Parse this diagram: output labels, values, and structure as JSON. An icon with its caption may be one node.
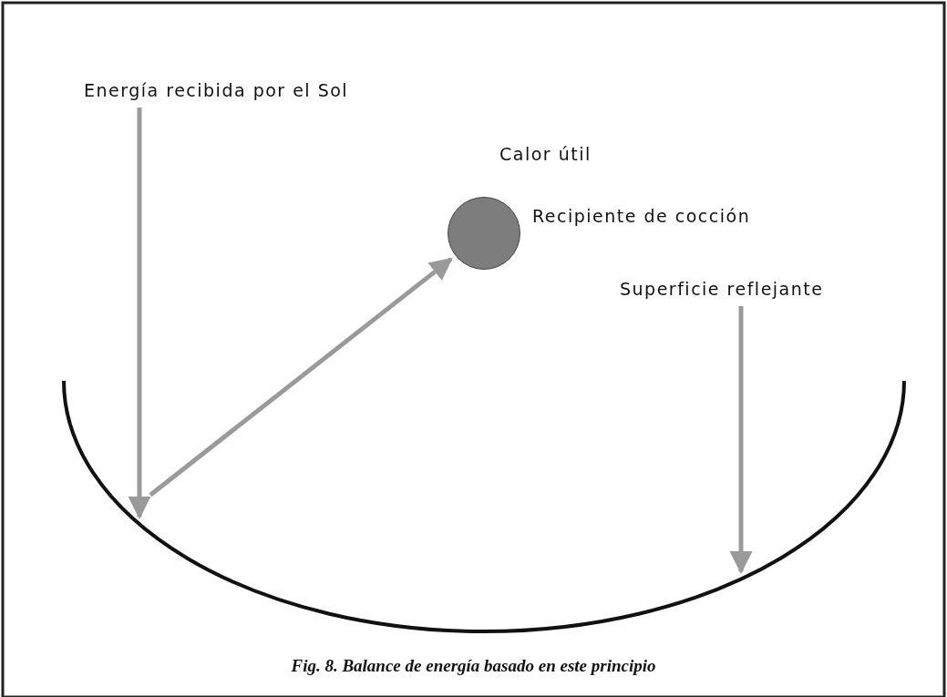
{
  "diagram": {
    "caption": "Fig. 8. Balance de energía basado en este principio",
    "nodes": [
      {
        "text": [
          "Energía recibida por el Sol"
        ]
      },
      {
        "text": [],
        "shape": "circle",
        "beside": [
          "Calor útil",
          "Recipiente de cocción"
        ]
      },
      {
        "text": [
          "Superficie reflejante"
        ]
      },
      {
        "text": [],
        "shape": "arc"
      }
    ],
    "edges": [
      {
        "from": 0,
        "to": 3,
        "arrow": "to"
      },
      {
        "from": 3,
        "to": 1,
        "arrow": "to"
      },
      {
        "from": 2,
        "to": 3,
        "arrow": "to"
      }
    ]
  }
}
